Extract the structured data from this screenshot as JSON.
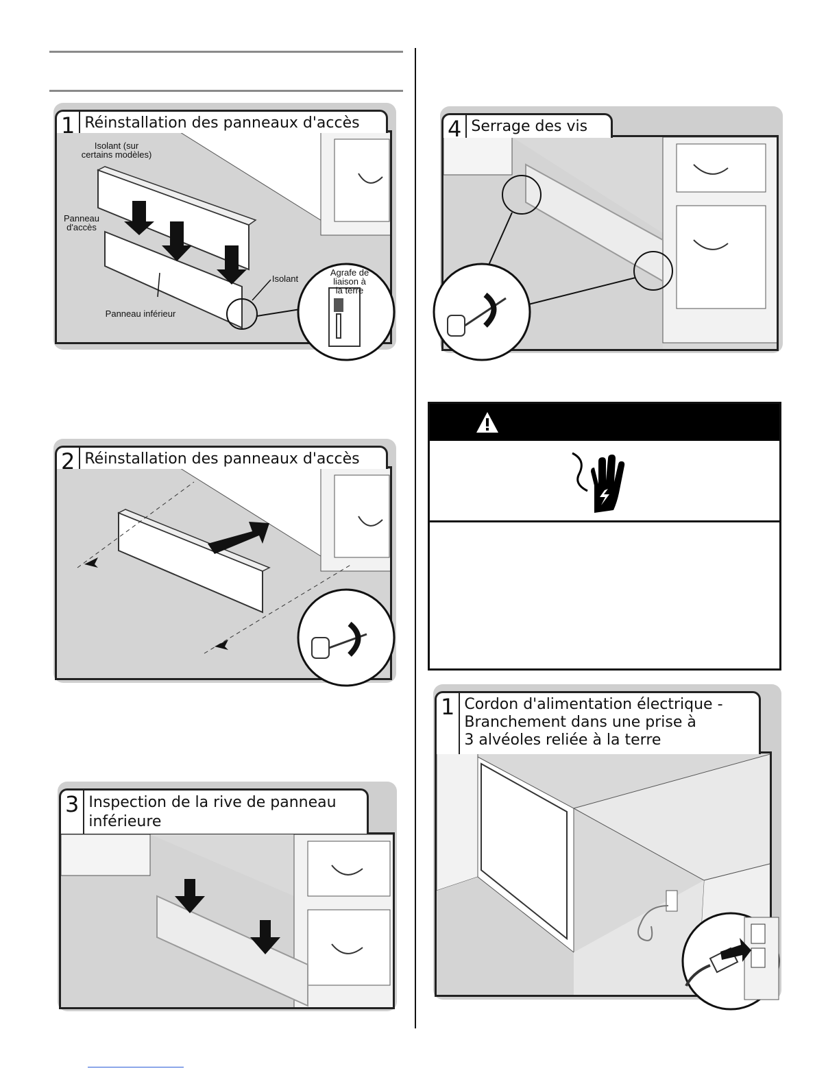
{
  "steps": {
    "s1": {
      "number": "1",
      "title": "Réinstallation des panneaux d'accès"
    },
    "s2": {
      "number": "2",
      "title": "Réinstallation des panneaux d'accès"
    },
    "s3": {
      "number": "3",
      "title_l1": "Inspection de la rive de panneau",
      "title_l2": "inférieure"
    },
    "s4": {
      "number": "4",
      "title": "Serrage des vis"
    },
    "s5": {
      "number": "1",
      "title_l1": "Cordon d'alimentation électrique -",
      "title_l2": "Branchement dans une prise à",
      "title_l3": "3 alvéoles reliée à la terre"
    }
  },
  "callouts": {
    "isolant_sur_l1": "Isolant (sur",
    "isolant_sur_l2": "certains modèles)",
    "panneau_acces_l1": "Panneau",
    "panneau_acces_l2": "d'accès",
    "isolant": "Isolant",
    "agrafe_l1": "Agrafe de",
    "agrafe_l2": "liaison à",
    "agrafe_l3": "la terre",
    "panneau_inferieur": "Panneau inférieur"
  },
  "icons": {
    "warning": "warning-triangle-icon",
    "shock": "electric-shock-hand-icon"
  }
}
